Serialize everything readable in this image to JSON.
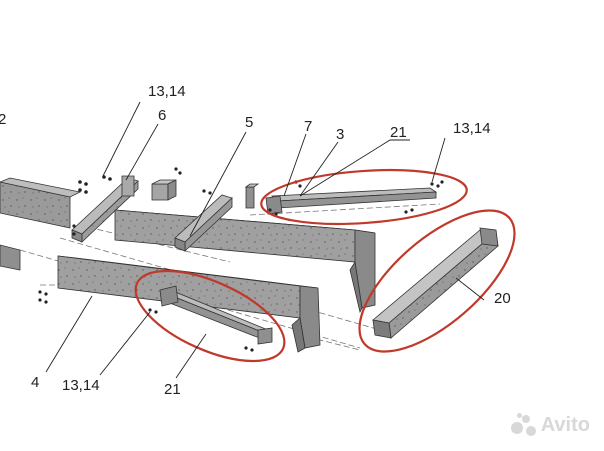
{
  "diagram": {
    "labels": [
      {
        "id": "label-2",
        "text": "2"
      },
      {
        "id": "label-13-14-top",
        "text": "13,14"
      },
      {
        "id": "label-6",
        "text": "6"
      },
      {
        "id": "label-5",
        "text": "5"
      },
      {
        "id": "label-7",
        "text": "7"
      },
      {
        "id": "label-3",
        "text": "3"
      },
      {
        "id": "label-21-top",
        "text": "21"
      },
      {
        "id": "label-13-14-right",
        "text": "13,14"
      },
      {
        "id": "label-20",
        "text": "20"
      },
      {
        "id": "label-4",
        "text": "4"
      },
      {
        "id": "label-13-14-bottom",
        "text": "13,14"
      },
      {
        "id": "label-21-bottom",
        "text": "21"
      }
    ],
    "colors": {
      "beam_top": "#b8b8b8",
      "beam_side": "#8d8d8d",
      "beam_dark": "#6f6f6f",
      "outline": "#333333",
      "highlight": "#c0392b",
      "leader": "#222222"
    }
  },
  "watermark": {
    "text": "Avito"
  }
}
